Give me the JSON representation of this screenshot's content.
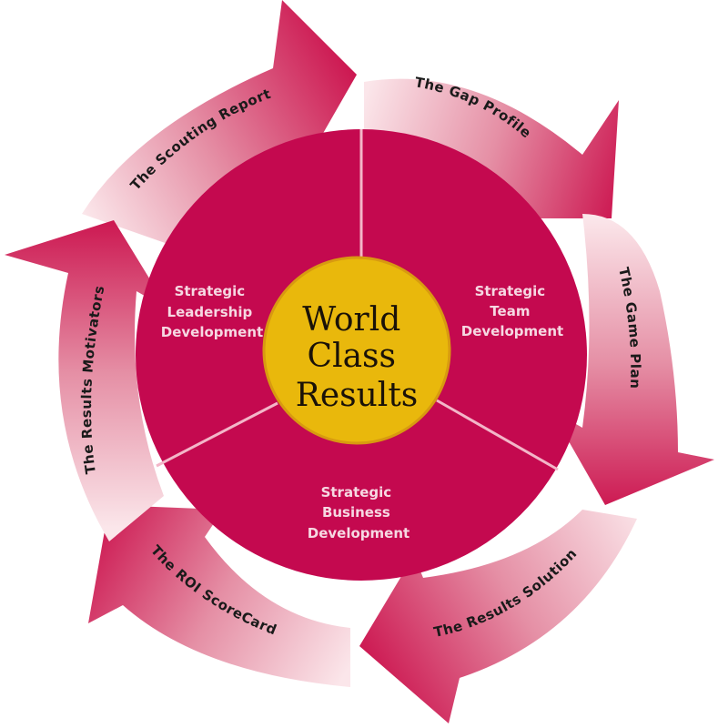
{
  "colors": {
    "background": "#ffffff",
    "wheel": "#c4094f",
    "divider": "#f3b6c8",
    "center": "#e9b80c",
    "center_border": "#d89a10",
    "arrow_dark": "#cc1650",
    "arrow_light": "#fbe6ea",
    "arrow_text": "#1a1a1a",
    "segment_text": "#f6d8e2"
  },
  "center": {
    "lines": [
      "World",
      "Class",
      "Results"
    ]
  },
  "segments": [
    {
      "id": "leadership",
      "lines": [
        "Strategic",
        "Leadership",
        "Development"
      ]
    },
    {
      "id": "team",
      "lines": [
        "Strategic",
        "Team",
        "Development"
      ]
    },
    {
      "id": "business",
      "lines": [
        "Strategic",
        "Business",
        "Development"
      ]
    }
  ],
  "arrows": [
    {
      "id": "scouting-report",
      "label": "The Scouting Report"
    },
    {
      "id": "gap-profile",
      "label": "The Gap Profile"
    },
    {
      "id": "game-plan",
      "label": "The Game Plan"
    },
    {
      "id": "results-solution",
      "label": "The Results Solution"
    },
    {
      "id": "roi-scorecard",
      "label": "The ROI ScoreCard"
    },
    {
      "id": "results-motivators",
      "label": "The Results Motivators"
    }
  ]
}
